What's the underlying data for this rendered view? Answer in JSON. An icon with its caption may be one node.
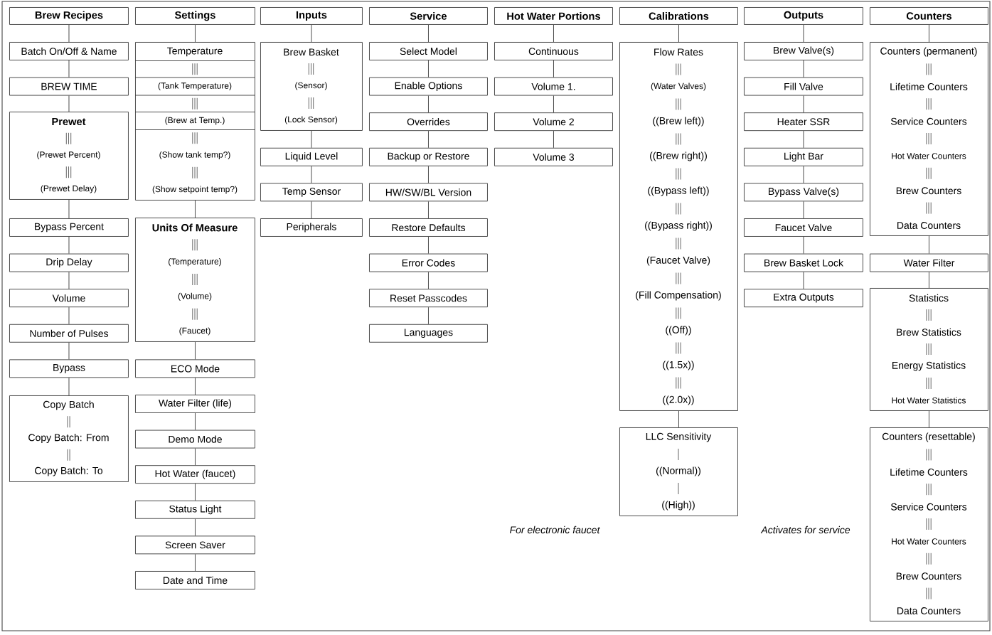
{
  "diagram": {
    "nodes": [
      {
        "text": [
          "Brew Recipes"
        ]
      },
      {
        "text": [
          "Batch On/Off & Name"
        ]
      },
      {
        "text": [
          "BREW TIME"
        ]
      },
      {
        "text": [
          "Prewet",
          "(Prewet Percent)",
          "(Prewet Delay)"
        ]
      },
      {
        "text": [
          "Bypass Percent"
        ]
      },
      {
        "text": [
          "Drip Delay"
        ]
      },
      {
        "text": [
          "Volume"
        ]
      },
      {
        "text": [
          "Number of Pulses"
        ]
      },
      {
        "text": [
          "Bypass"
        ]
      },
      {
        "text": [
          "Copy Batch",
          "Copy Batch: From",
          "Copy Batch: To"
        ]
      },
      {
        "text": [
          "Settings"
        ]
      },
      {
        "text": [
          "Temperature",
          "(Tank Temperature)",
          "(Brew at Temp.)",
          "(Show tank temp?)",
          "(Show setpoint temp?)"
        ]
      },
      {
        "text": [
          "Units Of Measure",
          "(Temperature)",
          "(Volume)",
          "(Faucet)"
        ]
      },
      {
        "text": [
          "ECO Mode"
        ]
      },
      {
        "text": [
          "Water Filter (life)"
        ]
      },
      {
        "text": [
          "Demo Mode"
        ]
      },
      {
        "text": [
          "Hot Water (faucet)"
        ]
      },
      {
        "text": [
          "Status Light"
        ]
      },
      {
        "text": [
          "Screen Saver"
        ]
      },
      {
        "text": [
          "Date and Time"
        ]
      },
      {
        "text": [
          "Inputs"
        ]
      },
      {
        "text": [
          "Brew Basket",
          "(Sensor)",
          "(Lock Sensor)"
        ]
      },
      {
        "text": [
          "Liquid Level"
        ]
      },
      {
        "text": [
          "Temp Sensor"
        ]
      },
      {
        "text": [
          "Peripherals"
        ]
      },
      {
        "text": [
          "Service"
        ]
      },
      {
        "text": [
          "Select Model"
        ]
      },
      {
        "text": [
          "Enable Options"
        ]
      },
      {
        "text": [
          "Overrides"
        ]
      },
      {
        "text": [
          "Backup or Restore"
        ]
      },
      {
        "text": [
          "HW/SW/BL Version"
        ]
      },
      {
        "text": [
          "Restore Defaults"
        ]
      },
      {
        "text": [
          "Error Codes"
        ]
      },
      {
        "text": [
          "Reset Passcodes"
        ]
      },
      {
        "text": [
          "Languages"
        ]
      },
      {
        "text": [
          "Hot Water Portions"
        ]
      },
      {
        "text": [
          "Continuous"
        ]
      },
      {
        "text": [
          "Volume 1."
        ]
      },
      {
        "text": [
          "Volume 2"
        ]
      },
      {
        "text": [
          "Volume 3"
        ]
      },
      {
        "text": [
          "Calibrations"
        ]
      },
      {
        "text": [
          "Flow Rates",
          "(Water Valves)",
          "((Brew left))",
          "((Brew right))",
          "((Bypass left))",
          "((Bypass right))",
          "(Faucet Valve)",
          "(Fill Compensation)",
          "((Off))",
          "((1.5x))",
          "((2.0x))"
        ]
      },
      {
        "text": [
          "LLC Sensitivity",
          "((Normal))",
          "((High))"
        ]
      },
      {
        "text": [
          "Outputs"
        ]
      },
      {
        "text": [
          "Brew Valve(s)"
        ]
      },
      {
        "text": [
          "Fill Valve"
        ]
      },
      {
        "text": [
          "Heater SSR"
        ]
      },
      {
        "text": [
          "Light Bar"
        ]
      },
      {
        "text": [
          "Bypass Valve(s)"
        ]
      },
      {
        "text": [
          "Faucet Valve"
        ]
      },
      {
        "text": [
          "Brew Basket Lock"
        ]
      },
      {
        "text": [
          "Extra Outputs"
        ]
      },
      {
        "text": [
          "Counters"
        ]
      },
      {
        "text": [
          "Counters (permanent)",
          "Lifetime Counters",
          "Service Counters",
          "Hot Water Counters",
          "Brew Counters",
          "Data Counters"
        ]
      },
      {
        "text": [
          "Water Filter"
        ]
      },
      {
        "text": [
          "Statistics",
          "Brew Statistics",
          "Energy Statistics",
          "Hot Water Statistics"
        ]
      },
      {
        "text": [
          "Counters (resettable)",
          "Lifetime Counters",
          "Service Counters",
          "Hot Water Counters",
          "Brew Counters",
          "Data Counters"
        ]
      }
    ],
    "edges": [
      {
        "from": 0,
        "to": 1,
        "arrow": "none"
      },
      {
        "from": 1,
        "to": 2,
        "arrow": "none"
      },
      {
        "from": 2,
        "to": 3,
        "arrow": "none"
      },
      {
        "from": 3,
        "to": 4,
        "arrow": "none"
      },
      {
        "from": 4,
        "to": 5,
        "arrow": "none"
      },
      {
        "from": 5,
        "to": 6,
        "arrow": "none"
      },
      {
        "from": 6,
        "to": 7,
        "arrow": "none"
      },
      {
        "from": 7,
        "to": 8,
        "arrow": "none"
      },
      {
        "from": 8,
        "to": 9,
        "arrow": "none"
      },
      {
        "from": 10,
        "to": 11,
        "arrow": "none"
      },
      {
        "from": 11,
        "to": 12,
        "arrow": "none"
      },
      {
        "from": 12,
        "to": 13,
        "arrow": "none"
      },
      {
        "from": 13,
        "to": 14,
        "arrow": "none"
      },
      {
        "from": 14,
        "to": 15,
        "arrow": "none"
      },
      {
        "from": 15,
        "to": 16,
        "arrow": "none"
      },
      {
        "from": 16,
        "to": 17,
        "arrow": "none"
      },
      {
        "from": 17,
        "to": 18,
        "arrow": "none"
      },
      {
        "from": 18,
        "to": 19,
        "arrow": "none"
      },
      {
        "from": 20,
        "to": 21,
        "arrow": "none"
      },
      {
        "from": 21,
        "to": 22,
        "arrow": "none"
      },
      {
        "from": 22,
        "to": 23,
        "arrow": "none"
      },
      {
        "from": 23,
        "to": 24,
        "arrow": "none"
      },
      {
        "from": 25,
        "to": 26,
        "arrow": "none"
      },
      {
        "from": 26,
        "to": 27,
        "arrow": "none"
      },
      {
        "from": 27,
        "to": 28,
        "arrow": "none"
      },
      {
        "from": 28,
        "to": 29,
        "arrow": "none"
      },
      {
        "from": 29,
        "to": 30,
        "arrow": "none"
      },
      {
        "from": 30,
        "to": 31,
        "arrow": "none"
      },
      {
        "from": 31,
        "to": 32,
        "arrow": "none"
      },
      {
        "from": 32,
        "to": 33,
        "arrow": "none"
      },
      {
        "from": 33,
        "to": 34,
        "arrow": "none"
      },
      {
        "from": 35,
        "to": 36,
        "arrow": "none"
      },
      {
        "from": 36,
        "to": 37,
        "arrow": "none"
      },
      {
        "from": 37,
        "to": 38,
        "arrow": "none"
      },
      {
        "from": 38,
        "to": 39,
        "arrow": "none"
      },
      {
        "from": 40,
        "to": 41,
        "arrow": "none"
      },
      {
        "from": 41,
        "to": 42,
        "arrow": "none"
      },
      {
        "from": 43,
        "to": 44,
        "arrow": "none"
      },
      {
        "from": 44,
        "to": 45,
        "arrow": "none"
      },
      {
        "from": 45,
        "to": 46,
        "arrow": "none"
      },
      {
        "from": 46,
        "to": 47,
        "arrow": "none"
      },
      {
        "from": 47,
        "to": 48,
        "arrow": "none"
      },
      {
        "from": 48,
        "to": 49,
        "arrow": "none"
      },
      {
        "from": 49,
        "to": 50,
        "arrow": "none"
      },
      {
        "from": 50,
        "to": 51,
        "arrow": "none"
      },
      {
        "from": 52,
        "to": 53,
        "arrow": "none"
      },
      {
        "from": 53,
        "to": 54,
        "arrow": "none"
      },
      {
        "from": 54,
        "to": 55,
        "arrow": "none"
      },
      {
        "from": 55,
        "to": 56,
        "arrow": "none"
      }
    ],
    "labels": [
      "For electronic faucet",
      "Activates for service"
    ]
  }
}
